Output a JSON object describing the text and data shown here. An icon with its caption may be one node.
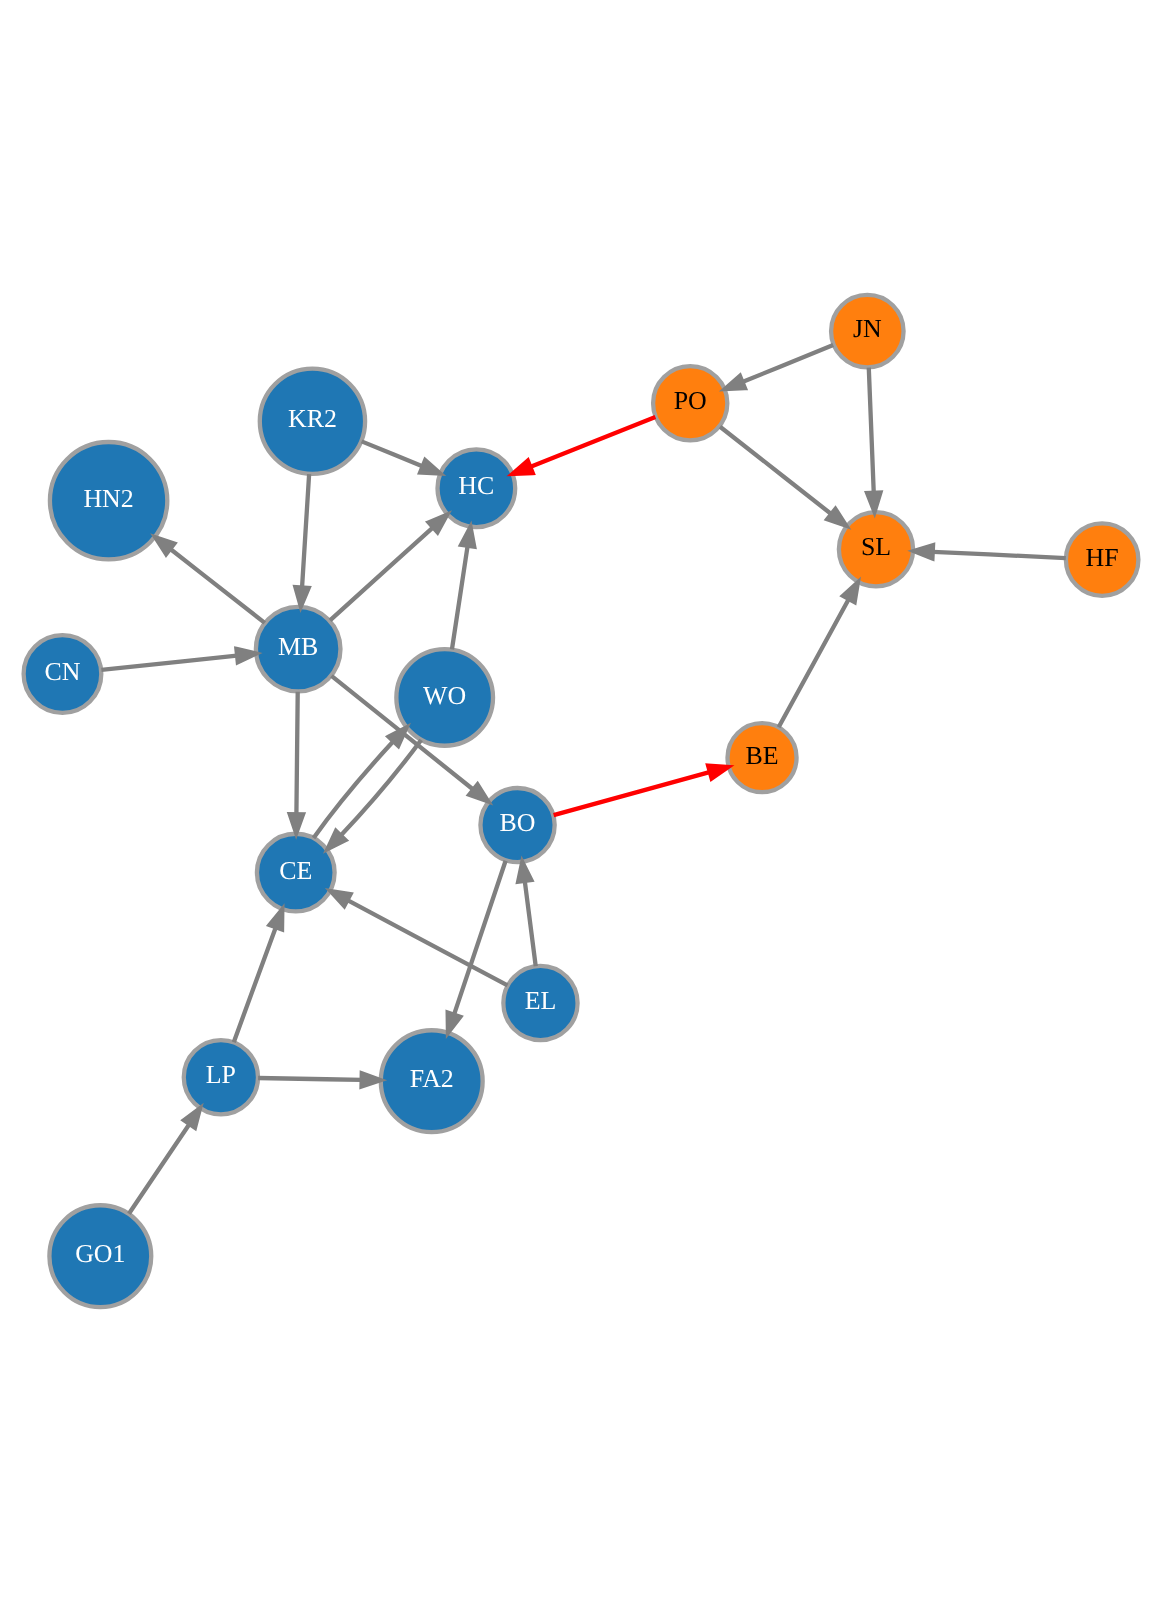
{
  "diagram": {
    "nodes": [
      {
        "text": [
          "WO"
        ]
      },
      {
        "text": [
          "HC"
        ]
      },
      {
        "text": [
          "CE"
        ]
      },
      {
        "text": [
          "KR2"
        ]
      },
      {
        "text": [
          "MB"
        ]
      },
      {
        "text": [
          "HN2"
        ]
      },
      {
        "text": [
          "LP"
        ]
      },
      {
        "text": [
          "GO1"
        ]
      },
      {
        "text": [
          "CN"
        ]
      },
      {
        "text": [
          "EL"
        ]
      },
      {
        "text": [
          "BO"
        ]
      },
      {
        "text": [
          "FA2"
        ]
      },
      {
        "text": [
          "BE"
        ]
      },
      {
        "text": [
          "HF"
        ]
      },
      {
        "text": [
          "SL"
        ]
      },
      {
        "text": [
          "PO"
        ]
      },
      {
        "text": [
          "JN"
        ]
      }
    ],
    "edges": [
      {
        "from": 0,
        "to": 1,
        "arrow": "to"
      },
      {
        "from": 0,
        "to": 2,
        "arrow": "to"
      },
      {
        "from": 2,
        "to": 0,
        "arrow": "to"
      },
      {
        "from": 3,
        "to": 1,
        "arrow": "to"
      },
      {
        "from": 4,
        "to": 1,
        "arrow": "to"
      },
      {
        "from": 3,
        "to": 4,
        "arrow": "to"
      },
      {
        "from": 8,
        "to": 4,
        "arrow": "to"
      },
      {
        "from": 4,
        "to": 2,
        "arrow": "to"
      },
      {
        "from": 4,
        "to": 5,
        "arrow": "to"
      },
      {
        "from": 4,
        "to": 10,
        "arrow": "to"
      },
      {
        "from": 6,
        "to": 2,
        "arrow": "to"
      },
      {
        "from": 9,
        "to": 2,
        "arrow": "to"
      },
      {
        "from": 7,
        "to": 6,
        "arrow": "to"
      },
      {
        "from": 6,
        "to": 11,
        "arrow": "to"
      },
      {
        "from": 9,
        "to": 10,
        "arrow": "to"
      },
      {
        "from": 10,
        "to": 11,
        "arrow": "to"
      },
      {
        "from": 12,
        "to": 14,
        "arrow": "to"
      },
      {
        "from": 13,
        "to": 14,
        "arrow": "to"
      },
      {
        "from": 15,
        "to": 14,
        "arrow": "to"
      },
      {
        "from": 16,
        "to": 14,
        "arrow": "to"
      },
      {
        "from": 16,
        "to": 15,
        "arrow": "to"
      },
      {
        "from": 15,
        "to": 1,
        "arrow": "to",
        "color": "#ff0000"
      },
      {
        "from": 10,
        "to": 12,
        "arrow": "to",
        "color": "#ff0000"
      }
    ]
  }
}
